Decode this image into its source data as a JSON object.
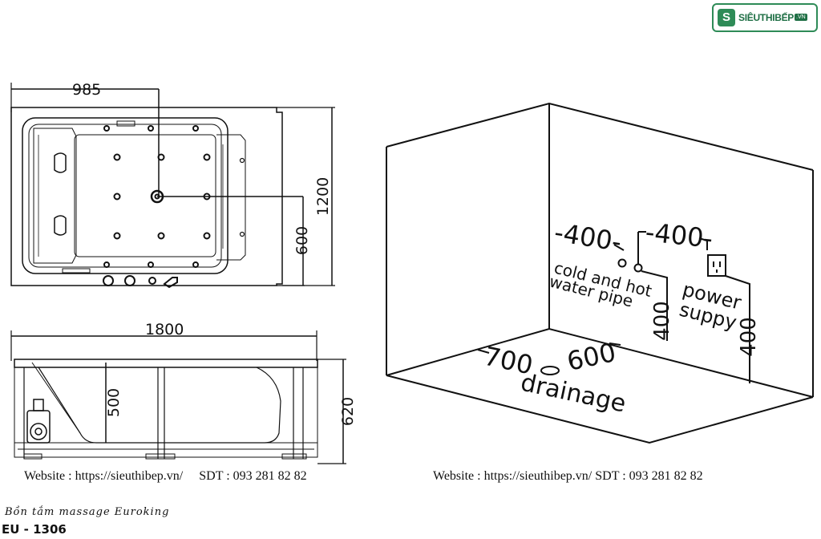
{
  "brand": {
    "logo_text": "SIÊUTHIBẾP",
    "logo_badge": ".VN"
  },
  "top_view": {
    "width_label": "985",
    "length_label": "1200",
    "drain_offset_label": "600"
  },
  "side_view": {
    "length_label": "1800",
    "inner_depth_label": "500",
    "height_label": "620"
  },
  "installation": {
    "left_spacing_label": "-400-",
    "right_spacing_label": "-400-",
    "pipe_label_line1": "cold and hot",
    "pipe_label_line2": "water pipe",
    "power_label_line1": "power",
    "power_label_line2": "suppy",
    "pipe_height_label": "400",
    "power_height_label": "400",
    "drain_left_label": "700",
    "drain_right_label": "600",
    "drainage_label": "drainage"
  },
  "footer": {
    "website_left": "Website : https://sieuthibep.vn/     SDT : 093 281 82 82",
    "website_right": "Website : https://sieuthibep.vn/ SDT : 093 281 82 82",
    "product_name": "Bồn tắm massage Euroking",
    "model": "EU - 1306"
  }
}
